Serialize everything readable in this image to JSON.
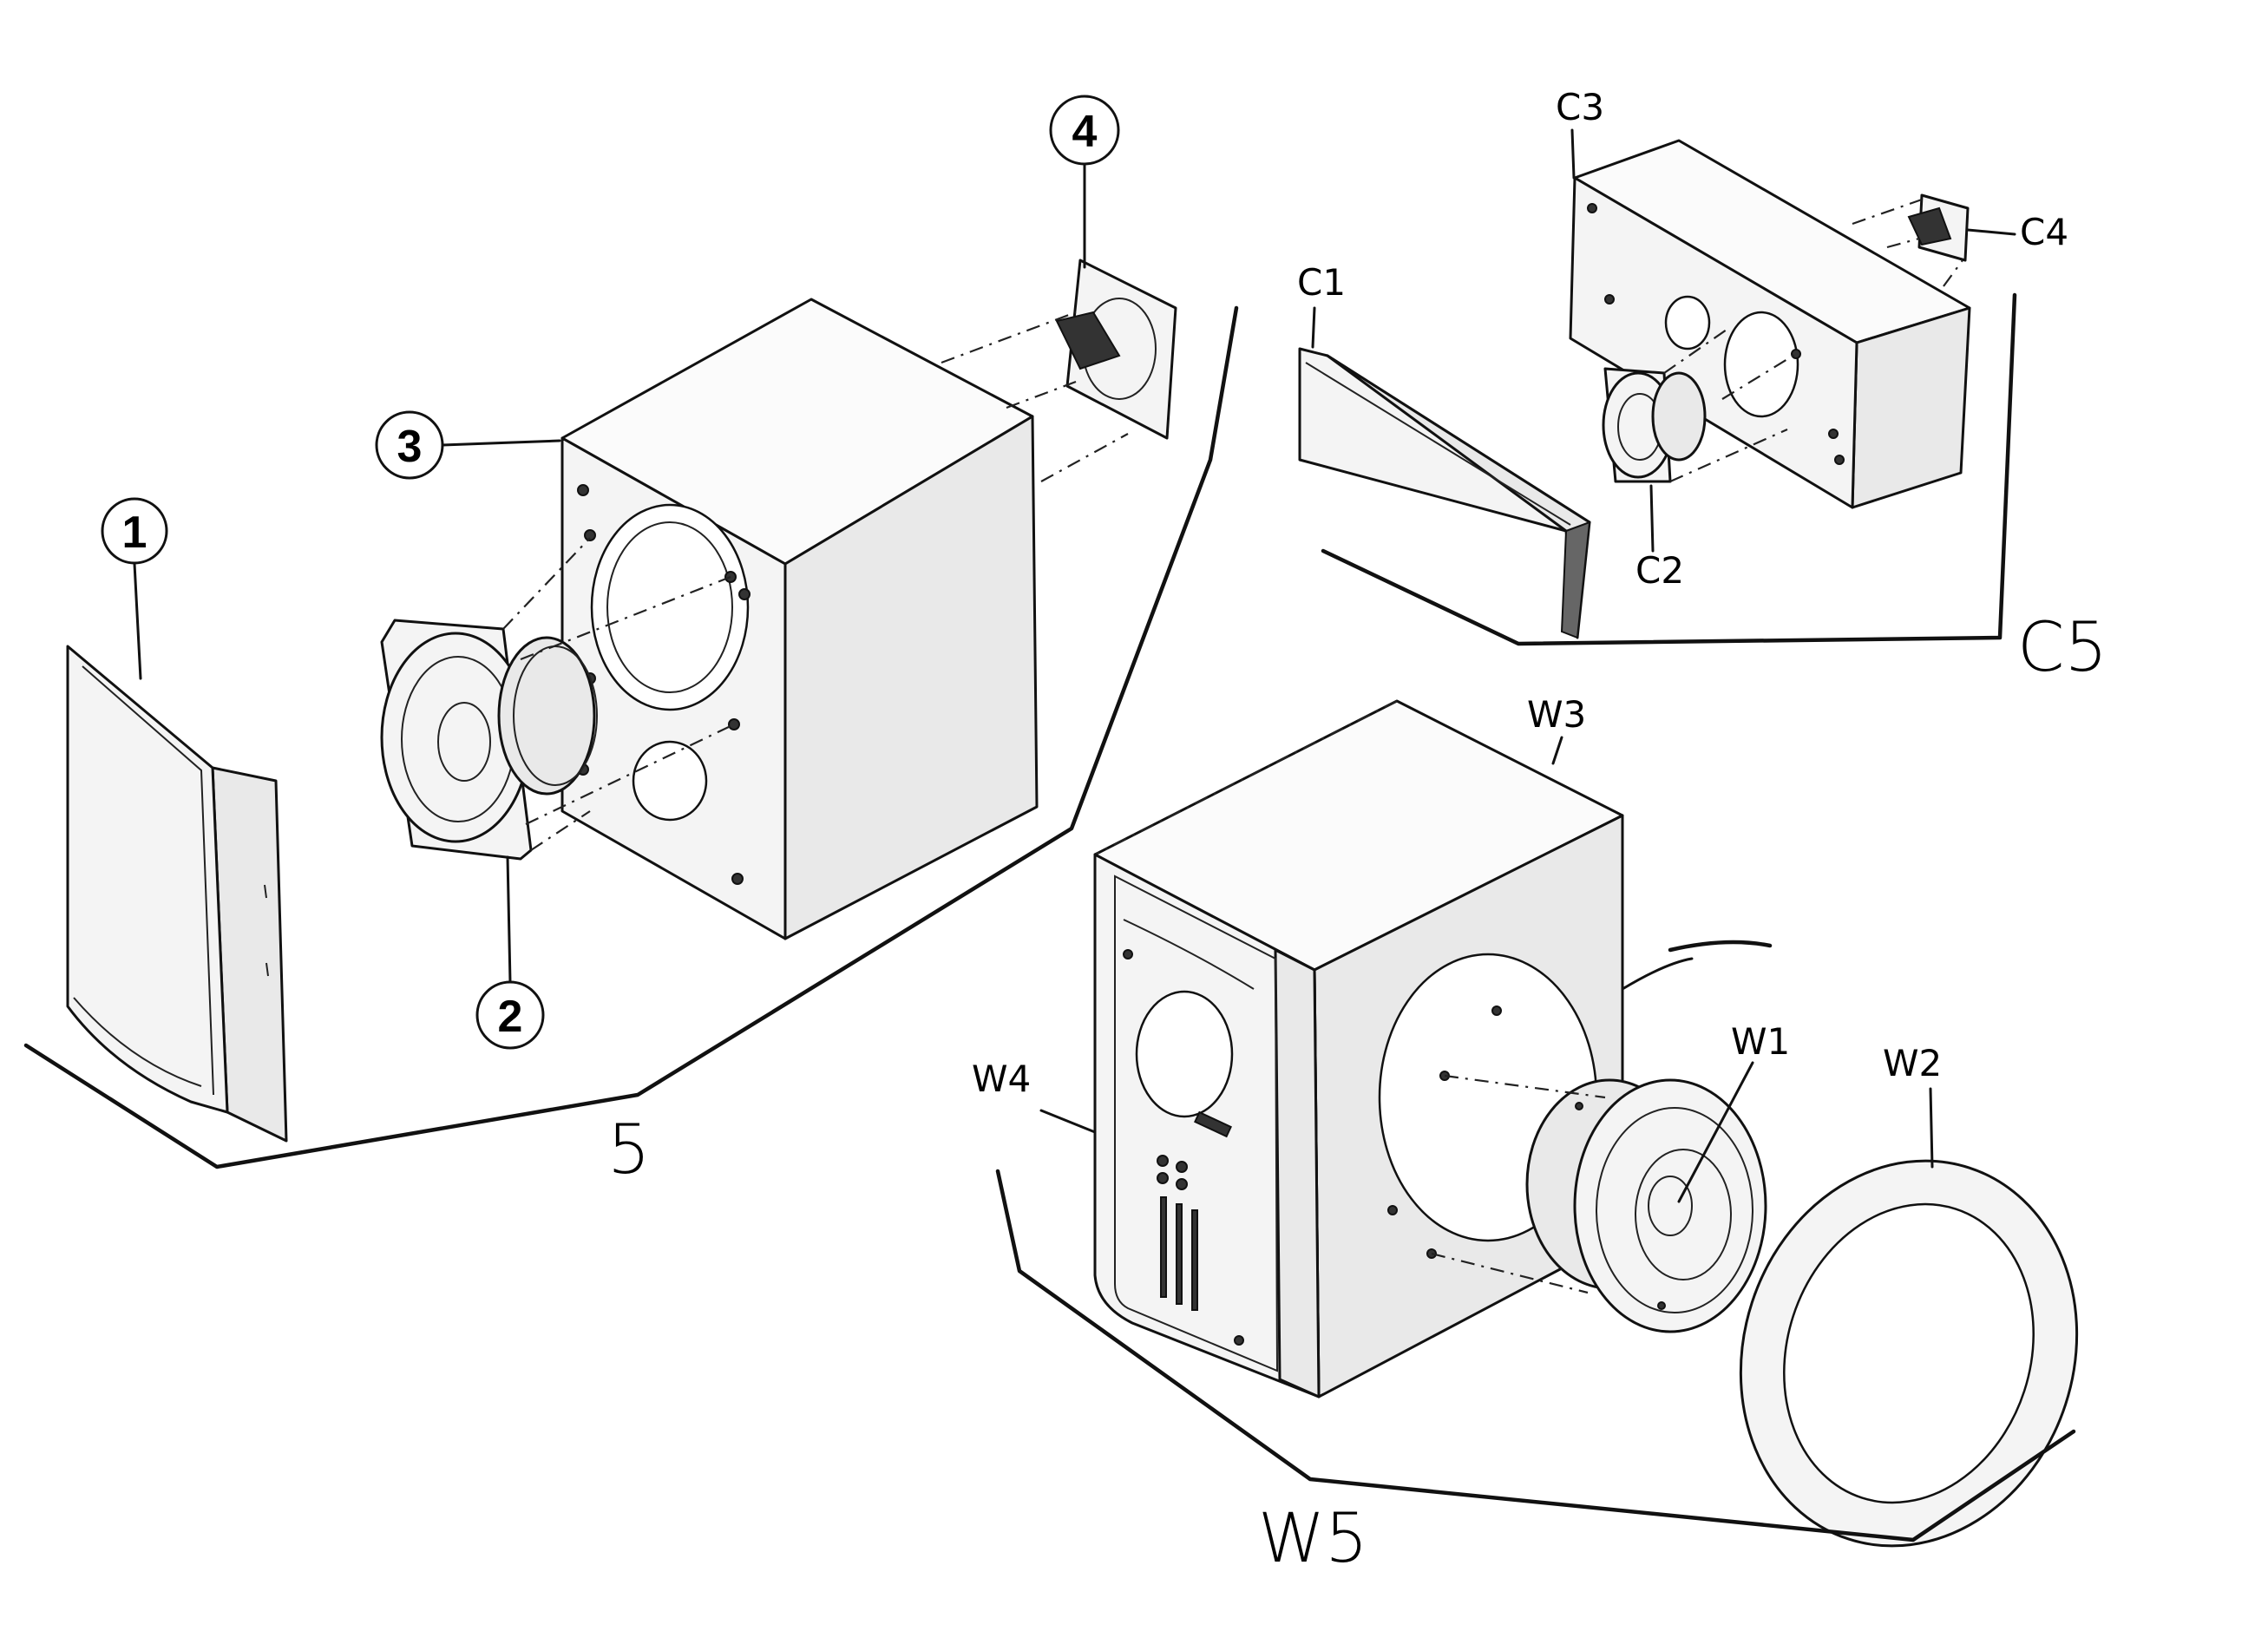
{
  "callouts": {
    "part1": "1",
    "part2": "2",
    "part3": "3",
    "part4": "4",
    "assembly5": "5",
    "c1": "C1",
    "c2": "C2",
    "c3": "C3",
    "c4": "C4",
    "c5": "C5",
    "w1": "W1",
    "w2": "W2",
    "w3": "W3",
    "w4": "W4",
    "w5": "W5"
  }
}
